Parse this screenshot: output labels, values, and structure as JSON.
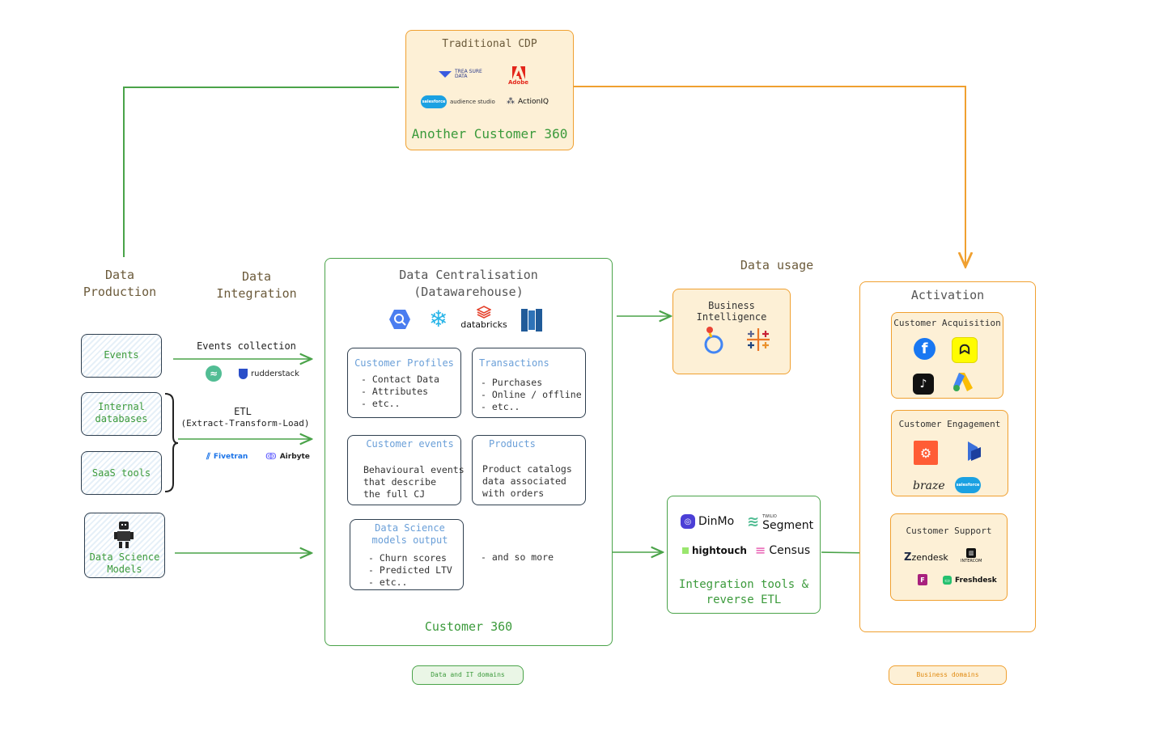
{
  "colors": {
    "green": "#4aa349",
    "orange": "#f0a030",
    "dark": "#2f3f4f",
    "blue_text": "#6a9fd8"
  },
  "cdp": {
    "title": "Traditional CDP",
    "subtitle": "Another Customer 360",
    "logos": {
      "treasure": "TREA SURE DATA",
      "adobe": "Adobe",
      "salesforce": "salesforce",
      "audience": "audience studio",
      "actioniq": "ActionIQ"
    }
  },
  "left": {
    "production": "Data Production",
    "integration": "Data Integration",
    "sources": {
      "events": "Events",
      "internal": "Internal databases",
      "saas": "SaaS tools",
      "ds": "Data Science Models"
    },
    "events_collection": "Events collection",
    "rudderstack": "rudderstack",
    "etl": "ETL",
    "etl_full": "(Extract-Transform-Load)",
    "fivetran": "Fivetran",
    "airbyte": "Airbyte"
  },
  "dw": {
    "title": "Data Centralisation",
    "subtitle": "(Datawarehouse)",
    "databricks": "databricks",
    "footer": "Customer 360",
    "cards": {
      "profiles": {
        "title": "Customer Profiles",
        "items": [
          "- Contact Data",
          "- Attributes",
          "- etc.."
        ]
      },
      "transactions": {
        "title": "Transactions",
        "items": [
          "- Purchases",
          "- Online / offline",
          "- etc.."
        ]
      },
      "events": {
        "title": "Customer events",
        "items": [
          "Behavioural events",
          "that describe",
          "the full CJ"
        ]
      },
      "products": {
        "title": "Products",
        "items": [
          "Product catalogs",
          "data associated",
          "with orders"
        ]
      },
      "ds": {
        "title": "Data Science models output",
        "items": [
          "- Churn scores",
          "- Predicted LTV",
          "- etc.."
        ]
      }
    },
    "more": "- and so more"
  },
  "usage": {
    "title": "Data usage",
    "bi": "Business Intelligence"
  },
  "reverse": {
    "title": "Integration tools & reverse ETL",
    "dinmo": "DinMo",
    "twilio": "TWILIO",
    "segment": "Segment",
    "hightouch": "hightouch",
    "census": "Census"
  },
  "activation": {
    "title": "Activation",
    "acq": {
      "title": "Customer Acquisition",
      "tiktok": "TikTok",
      "gads": "Google Ads"
    },
    "eng": {
      "title": "Customer Engagement",
      "dynamics": "Dynamics 365",
      "braze": "braze",
      "salesforce": "salesforce"
    },
    "sup": {
      "title": "Customer Support",
      "zendesk": "zendesk",
      "intercom": "INTERCOM",
      "front": "Front",
      "freshdesk": "Freshdesk"
    }
  },
  "legend": {
    "it": "Data and IT domains",
    "business": "Business domains"
  }
}
